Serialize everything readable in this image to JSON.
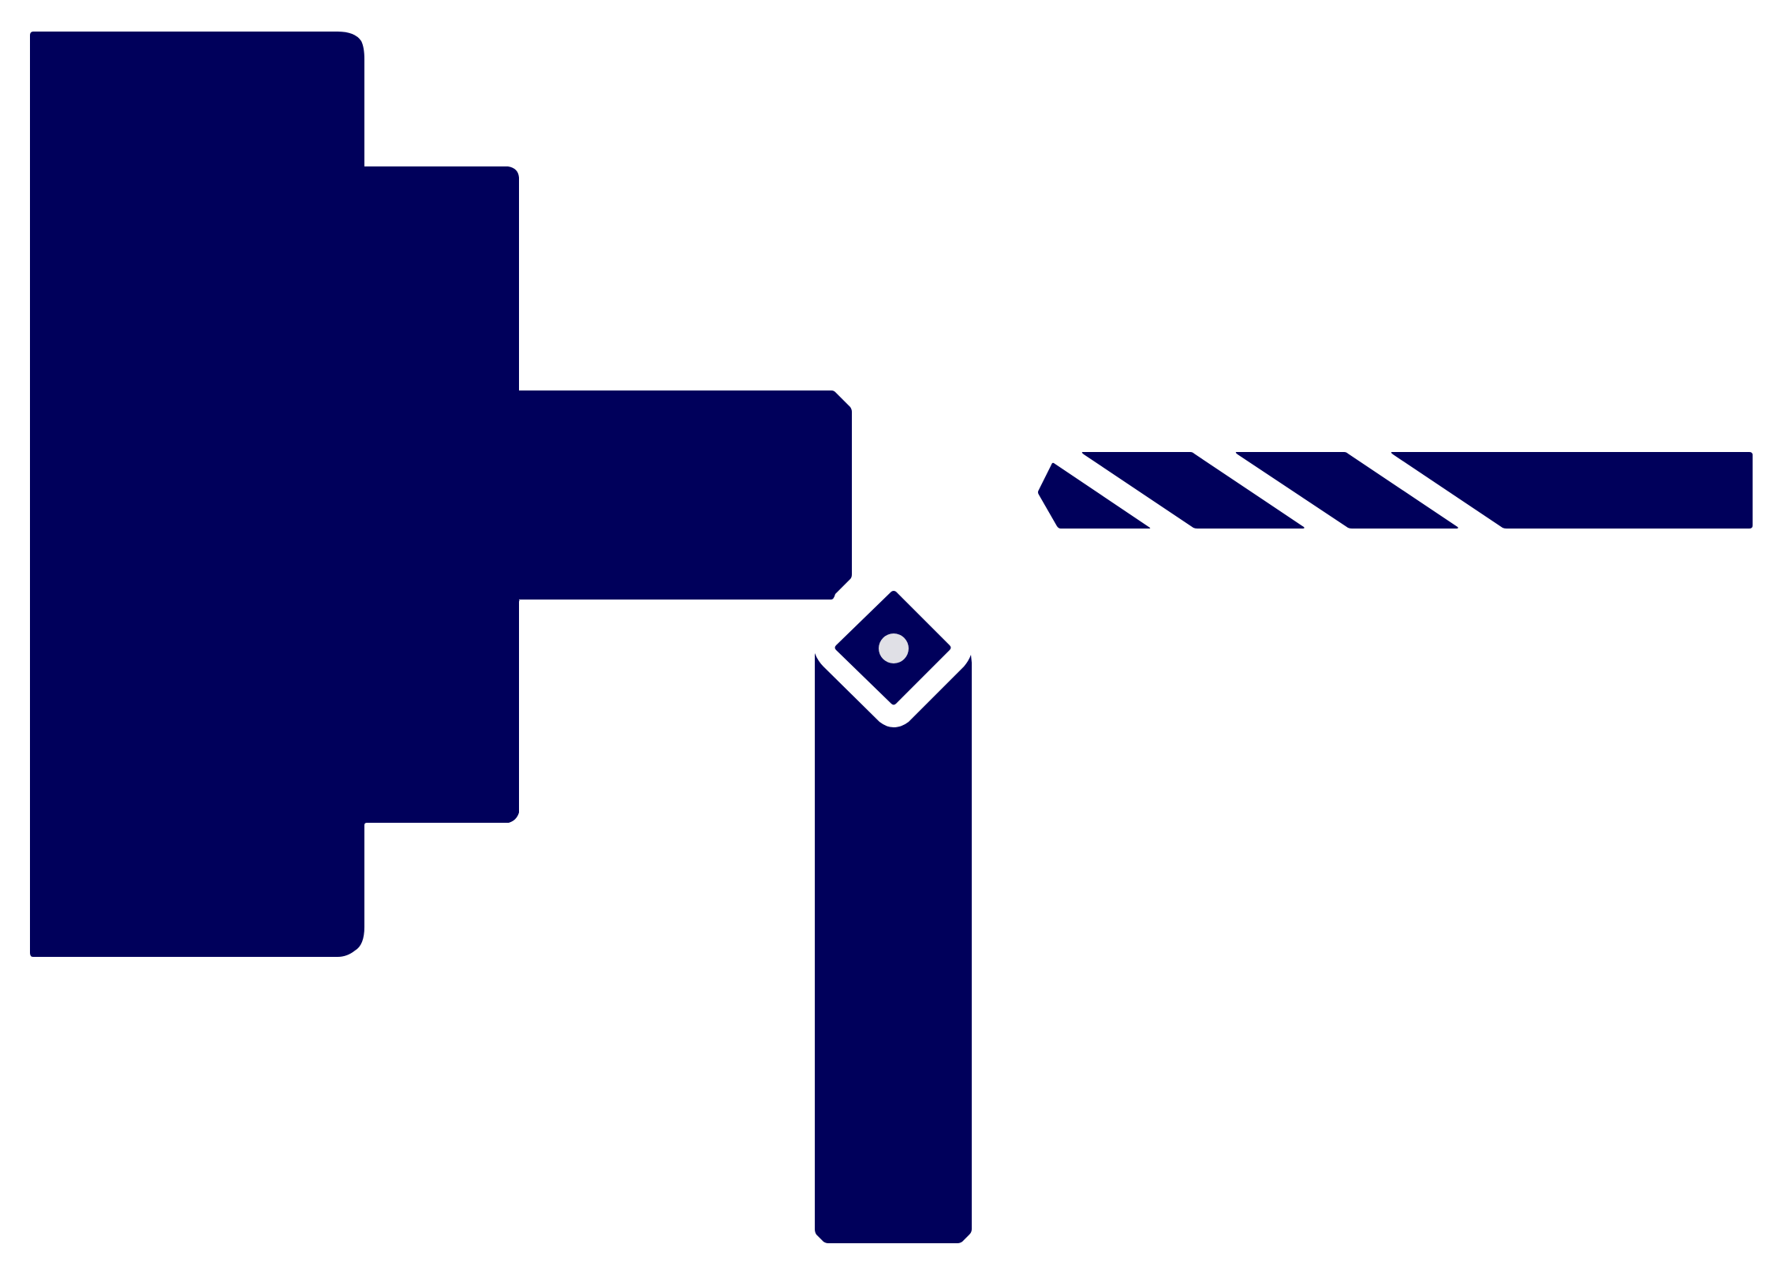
{
  "diagram": {
    "colors": {
      "background": "#ffffff",
      "primary": "#00005b",
      "pivot": "#e0e0e6"
    },
    "parts": [
      {
        "name": "stepped-holder",
        "type": "polygon"
      },
      {
        "name": "extension-arm",
        "type": "polygon"
      },
      {
        "name": "rotary-diamond",
        "type": "polygon"
      },
      {
        "name": "pivot-dot",
        "type": "circle"
      },
      {
        "name": "vertical-post",
        "type": "polygon"
      },
      {
        "name": "striped-rod-tip",
        "type": "polygon"
      },
      {
        "name": "striped-rod-segment-1",
        "type": "polygon"
      },
      {
        "name": "striped-rod-segment-2",
        "type": "polygon"
      },
      {
        "name": "striped-rod-shaft",
        "type": "polygon"
      }
    ]
  }
}
